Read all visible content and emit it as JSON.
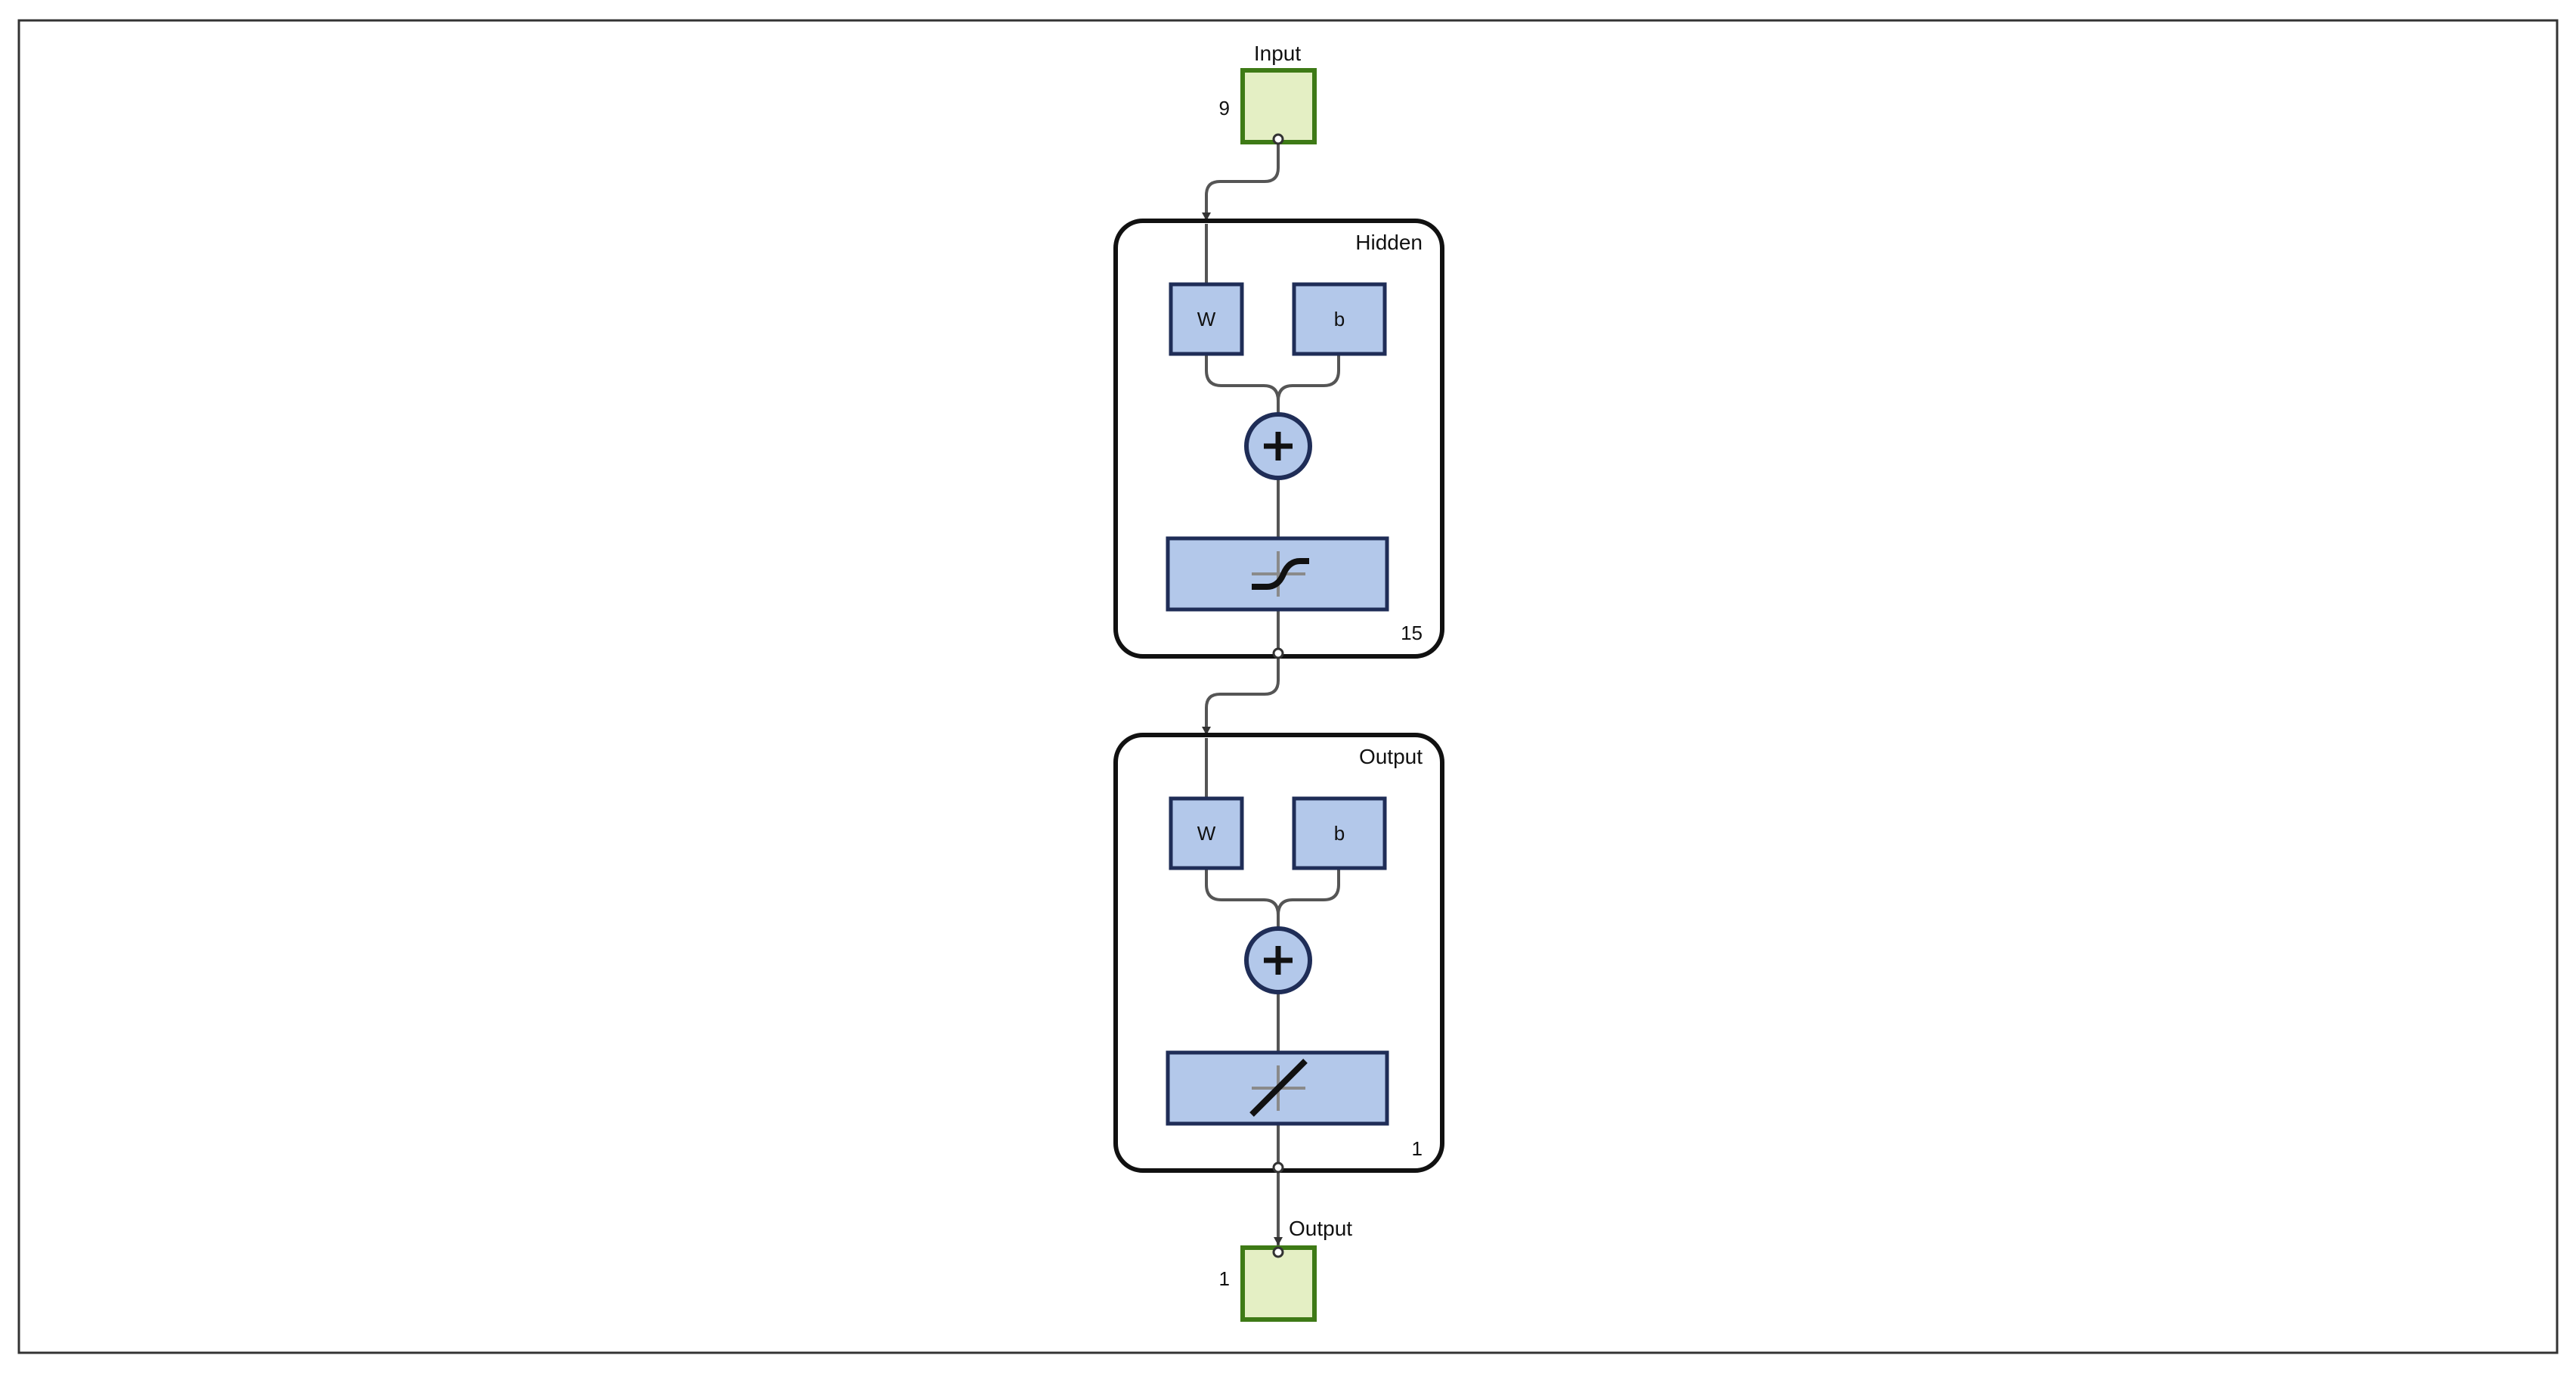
{
  "diagram": {
    "input": {
      "label": "Input",
      "size": "9"
    },
    "hidden_layer": {
      "title": "Hidden",
      "weight_label": "W",
      "bias_label": "b",
      "neurons": "15",
      "transfer_icon": "sigmoid-transfer-icon",
      "sum_icon": "plus-icon"
    },
    "output_layer": {
      "title": "Output",
      "weight_label": "W",
      "bias_label": "b",
      "neurons": "1",
      "transfer_icon": "linear-transfer-icon",
      "sum_icon": "plus-icon"
    },
    "output": {
      "label": "Output",
      "size": "1"
    }
  },
  "colors": {
    "param_fill": "#b3c8ea",
    "param_stroke": "#1f2d57",
    "io_fill": "#e4efc4",
    "io_stroke": "#3e7a16",
    "wire": "#555555"
  }
}
